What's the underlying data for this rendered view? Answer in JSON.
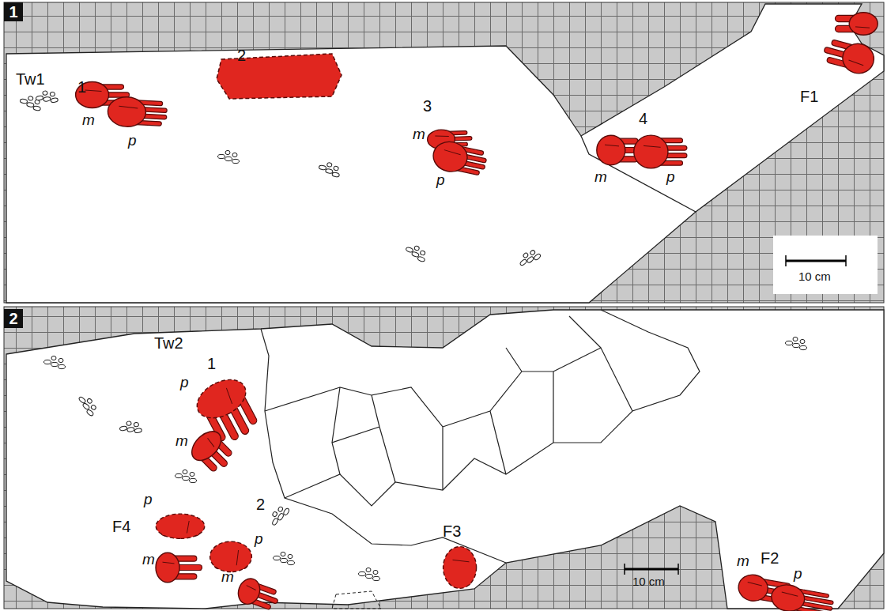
{
  "diagram": {
    "labels": [
      "1",
      "Tw1",
      "1",
      "2",
      "3",
      "4",
      "F1",
      "m",
      "p",
      "m",
      "p",
      "m",
      "p",
      "10 cm",
      "2",
      "Tw2",
      "1",
      "p",
      "m",
      "p",
      "F4",
      "m",
      "2",
      "p",
      "m",
      "F3",
      "m",
      "F2",
      "p",
      "10 cm"
    ]
  }
}
